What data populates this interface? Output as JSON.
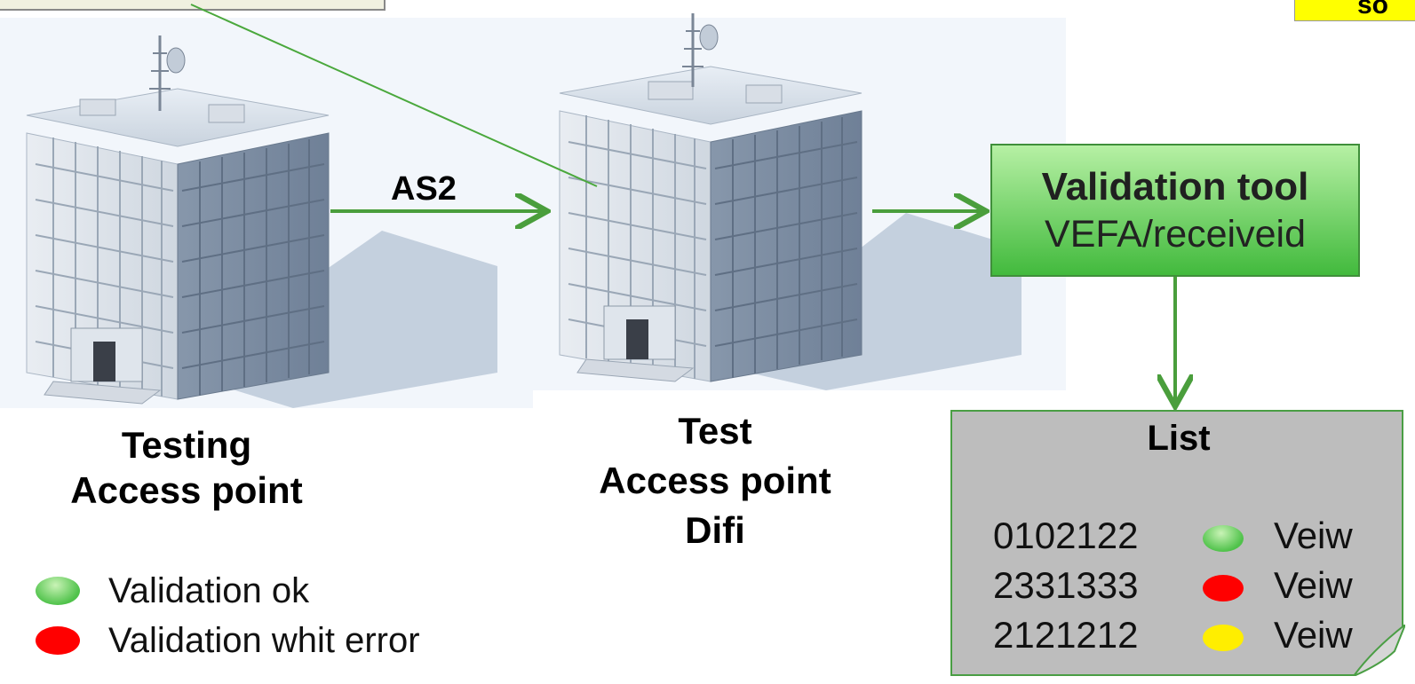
{
  "arrow_label": "AS2",
  "building_left": {
    "line1": "Testing",
    "line2": "Access point"
  },
  "building_mid": {
    "line1": "Test",
    "line2": "Access point",
    "line3": "Difi"
  },
  "validation_tool": {
    "title": "Validation tool",
    "subtitle": "VEFA/receiveid"
  },
  "list": {
    "title": "List",
    "rows": [
      {
        "id": "0102122",
        "status_color": "#4fc24a",
        "link": "Veiw"
      },
      {
        "id": "2331333",
        "status_color": "#ff0000",
        "link": "Veiw"
      },
      {
        "id": "2121212",
        "status_color": "#ffee00",
        "link": "Veiw"
      }
    ]
  },
  "legend": [
    {
      "color": "#4fc24a",
      "label": "Validation ok"
    },
    {
      "color": "#ff0000",
      "label": "Validation whit error"
    }
  ],
  "top_right_note": "so",
  "colors": {
    "arrow": "#4a9e3c",
    "box_border": "#3f8f3a",
    "list_bg": "#bdbdbd",
    "note": "#ffff00"
  }
}
